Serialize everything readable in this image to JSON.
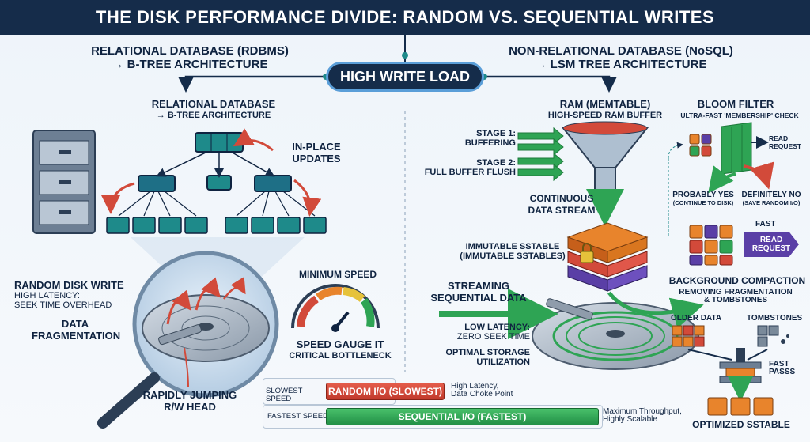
{
  "title": "THE DISK PERFORMANCE DIVIDE: RANDOM VS. SEQUENTIAL WRITES",
  "center_pill": "HIGH WRITE LOAD",
  "left": {
    "header_line1": "RELATIONAL DATABASE (RDBMS)",
    "header_line2": "→ B-TREE ARCHITECTURE",
    "sub_line1": "RELATIONAL DATABASE",
    "sub_line2": "→ B-TREE ARCHITECTURE",
    "inplace_line1": "IN-PLACE",
    "inplace_line2": "UPDATES",
    "random_write_title": "RANDOM DISK WRITE",
    "random_write_l1": "HIGH LATENCY:",
    "random_write_l2": "SEEK TIME OVERHEAD",
    "fragment_l1": "DATA",
    "fragment_l2": "FRAGMENTATION",
    "gauge_title": "MINIMUM SPEED",
    "gauge_label_l1": "SPEED GAUGE IT",
    "gauge_label_l2": "CRITICAL BOTTLENECK",
    "head_l1": "RAPIDLY JUMPING",
    "head_l2": "R/W HEAD"
  },
  "right": {
    "header_line1": "NON-RELATIONAL DATABASE (NoSQL)",
    "header_line2": "→ LSM TREE ARCHITECTURE",
    "ram_l1": "RAM (MEMTABLE)",
    "ram_l2": "HIGH-SPEED RAM BUFFER",
    "stage1_l1": "STAGE 1:",
    "stage1_l2": "BUFFERING",
    "stage2_l1": "STAGE 2:",
    "stage2_l2": "FULL BUFFER FLUSH",
    "stream_l1": "CONTINUOUS",
    "stream_l2": "DATA STREAM",
    "sstable_l1": "IMMUTABLE SSTABLE",
    "sstable_l2": "(IMMUTABLE SSTABLES)",
    "seq_l1": "STREAMING",
    "seq_l2": "SEQUENTIAL DATA",
    "latency_l1": "LOW LATENCY:",
    "latency_l2": "ZERO SEEK TIME",
    "storage_l1": "OPTIMAL STORAGE",
    "storage_l2": "UTILIZATION",
    "bloom_title": "BLOOM FILTER",
    "bloom_sub": "ULTRA-FAST 'MEMBERSHIP' CHECK",
    "read_request_l1": "READ",
    "read_request_l2": "REQUEST",
    "probably_l1": "PROBABLY YES",
    "probably_l2": "(CONTINUE TO DISK)",
    "definitely_l1": "DEFINITELY NO",
    "definitely_l2": "(SAVE RANDOM I/O)",
    "fast": "FAST",
    "read_btn_l1": "READ",
    "read_btn_l2": "REQUEST",
    "compaction_title": "BACKGROUND COMPACTION",
    "compaction_l1": "REMOVING FRAGMENTATION",
    "compaction_l2": "& TOMBSTONES",
    "older_data": "OLDER DATA",
    "tombstones": "TOMBSTONES",
    "fast_pass_l1": "FAST",
    "fast_pass_l2": "PASSS",
    "optimized": "OPTIMIZED SSTABLE"
  },
  "legend": {
    "slow_label": "SLOWEST SPEED",
    "slow_bar": "RANDOM I/O (SLOWEST)",
    "slow_desc_l1": "High Latency,",
    "slow_desc_l2": "Data Choke Point",
    "fast_label": "FASTEST SPEED",
    "fast_bar": "SEQUENTIAL I/O (FASTEST)",
    "fast_desc_l1": "Maximum Throughput,",
    "fast_desc_l2": "Highly Scalable"
  },
  "colors": {
    "navy": "#152c4a",
    "teal": "#1e8a8a",
    "red": "#d24a3a",
    "green": "#2ea454",
    "orange": "#e8842c",
    "purple": "#5a3fa6"
  }
}
